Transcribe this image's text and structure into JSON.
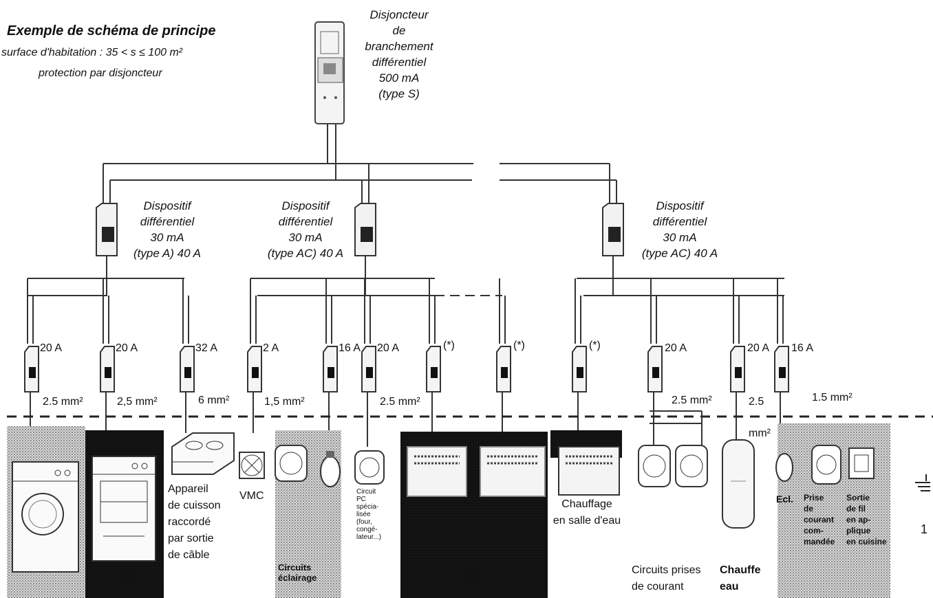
{
  "title": {
    "line1": "Exemple de schéma de principe",
    "line2": "surface d'habitation : 35 < s ≤ 100 m²",
    "line3": "protection par disjoncteur"
  },
  "main_breaker": {
    "line1": "Disjoncteur",
    "line2": "de",
    "line3": "branchement",
    "line4": "différentiel",
    "line5": "500 mA",
    "line6": "(type S)"
  },
  "rcds": [
    {
      "line1": "Dispositif",
      "line2": "différentiel",
      "line3": "30 mA",
      "line4": "(type A) 40 A"
    },
    {
      "line1": "Dispositif",
      "line2": "différentiel",
      "line3": "30 mA",
      "line4": "(type AC) 40 A"
    },
    {
      "line1": "Dispositif",
      "line2": "différentiel",
      "line3": "30 mA",
      "line4": "(type AC) 40 A"
    }
  ],
  "ratings": [
    "20 A",
    "20 A",
    "32 A",
    "2 A",
    "16 A",
    "20 A",
    "(*)",
    "(*)",
    "(*)",
    "20 A",
    "20 A",
    "16 A"
  ],
  "sections": [
    "2.5 mm²",
    "2,5 mm²",
    "6 mm²",
    "1,5 mm²",
    "2.5 mm²",
    "2.5 mm²",
    "2.5",
    "mm²",
    "1.5 mm²"
  ],
  "captions": {
    "cuisson": [
      "Appareil",
      "de cuisson",
      "raccordé",
      "par sortie",
      "de câble"
    ],
    "vmc": "VMC",
    "eclairage": "Circuits éclairage",
    "pc": [
      "Circuit",
      "PC",
      "spécia-",
      "lisée",
      "(four,",
      "congé-",
      "lateur...)"
    ],
    "salle_eau": [
      "Chauffage",
      "en salle d'eau"
    ],
    "prises": [
      "Circuits prises",
      "de courant"
    ],
    "chauffe_eau": [
      "Chauffe",
      "eau"
    ],
    "ecl": "Ecl.",
    "prise_cmd": [
      "Prise",
      "de",
      "courant",
      "com-",
      "mandée"
    ],
    "sortie": [
      "Sortie",
      "de fil",
      "en ap-",
      "plique",
      "en cuisine"
    ],
    "page_num": "1"
  }
}
